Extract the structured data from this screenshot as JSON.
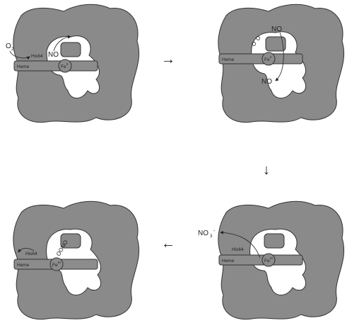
{
  "colors": {
    "protein": "#8a8a8a",
    "outline": "#333333",
    "cavity": "#ffffff",
    "bar": "#8c8c8c"
  },
  "panel_tl": {
    "o2": "O",
    "o2_sub": "2",
    "his": "His64",
    "no": "NO",
    "heme": "Heme",
    "fe": "Fe",
    "fe_sup": "II"
  },
  "panel_tr": {
    "no_top": "NO",
    "o2_bound": "O",
    "o2_bound2": "O",
    "no_bottom": "NO",
    "heme": "Heme",
    "fe": "Fe",
    "fe_sup": "II"
  },
  "panel_br": {
    "no3": "NO",
    "no3_sub": "3",
    "no3_sup": "-",
    "his": "His64",
    "heme": "Heme",
    "fe": "Fe",
    "fe_sup": "III"
  },
  "panel_bl": {
    "ono": "OONO",
    "his": "His64",
    "heme": "Heme",
    "fe": "Fe",
    "fe_sup": "III"
  },
  "arrows": {
    "tl_to_tr": "→",
    "tr_to_br": "↓",
    "br_to_bl": "←"
  }
}
